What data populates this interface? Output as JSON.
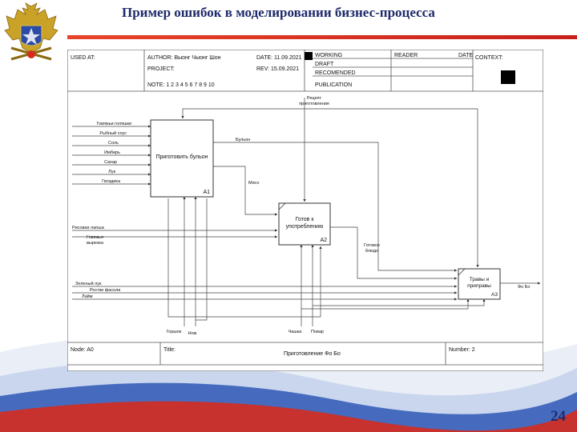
{
  "slide": {
    "title": "Пример ошибок в моделировании бизнес-процесса",
    "page_number": "24"
  },
  "header": {
    "used_at": "USED AT:",
    "author": "AUTHOR: Выонг Чыонг Шон",
    "project": "PROJECT:",
    "note": "NOTE: 1 2 3 4 5 6 7 8 9 10",
    "date": "DATE: 11.09.2021",
    "rev": "REV:   15.09.2021",
    "working": "WORKING",
    "draft": "DRAFT",
    "recomended": "RECOMENDED",
    "publication": "PUBLICATION",
    "reader": "READER",
    "reader_date": "DATE",
    "context": "CONTEXT:"
  },
  "footer": {
    "node": "Node: A0",
    "title_label": "Title:",
    "title": "Приготовление Фо Бо",
    "number": "Number: 2"
  },
  "boxes": [
    {
      "name": "Приготовить бульон",
      "id": "A1"
    },
    {
      "name": "Готов к употреблению",
      "id": "A2"
    },
    {
      "name": "Травы и приправы",
      "id": "A3"
    }
  ],
  "inputs_a1": [
    "Говяжьи голяшки",
    "Рыбный соус",
    "Соль",
    "Имбирь",
    "Сахар",
    "Лук",
    "Гвоздика"
  ],
  "inputs_a2": [
    "Рисовая лапша",
    "Говяжья вырезка"
  ],
  "inputs_a3": [
    "Зеленый лук",
    "Ростки фасоли",
    "Лайм"
  ],
  "arrows": {
    "control_recipe": "Рецепт приготовления",
    "broth": "Бульон",
    "meat": "Мясо",
    "ready_dish": "Готовое блюдо",
    "output": "Фо Бо",
    "pot": "Горшок",
    "knife": "Нож",
    "bowl": "Чашка",
    "cook": "Повар"
  },
  "colors": {
    "title": "#1f2a6b",
    "accent": "#d52b1e",
    "line": "#555555"
  }
}
